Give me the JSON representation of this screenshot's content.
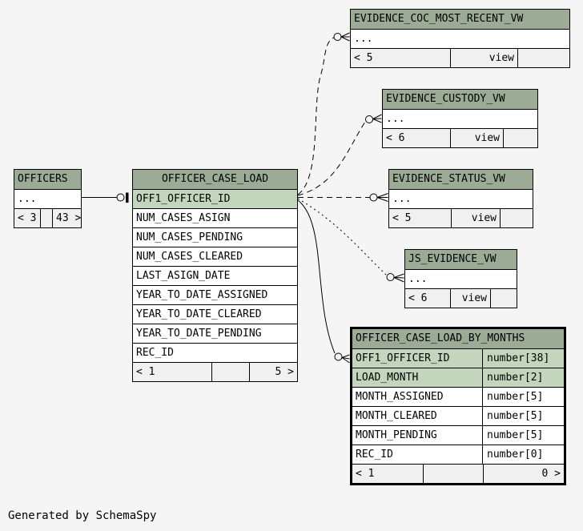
{
  "footer_note": "Generated by SchemaSpy",
  "diagram": {
    "tables": [
      {
        "id": "officers",
        "title": "OFFICERS",
        "rows": [
          {
            "name": "...",
            "type": "",
            "key": false
          }
        ],
        "footer": [
          "< 3",
          "",
          "43 >"
        ]
      },
      {
        "id": "officer_case_load",
        "title": "OFFICER_CASE_LOAD",
        "rows": [
          {
            "name": "OFF1_OFFICER_ID",
            "type": "",
            "key": true
          },
          {
            "name": "NUM_CASES_ASIGN",
            "type": "",
            "key": false
          },
          {
            "name": "NUM_CASES_PENDING",
            "type": "",
            "key": false
          },
          {
            "name": "NUM_CASES_CLEARED",
            "type": "",
            "key": false
          },
          {
            "name": "LAST_ASIGN_DATE",
            "type": "",
            "key": false
          },
          {
            "name": "YEAR_TO_DATE_ASSIGNED",
            "type": "",
            "key": false
          },
          {
            "name": "YEAR_TO_DATE_CLEARED",
            "type": "",
            "key": false
          },
          {
            "name": "YEAR_TO_DATE_PENDING",
            "type": "",
            "key": false
          },
          {
            "name": "REC_ID",
            "type": "",
            "key": false
          }
        ],
        "footer": [
          "< 1",
          "",
          "5 >"
        ]
      },
      {
        "id": "evidence_coc_most_recent_vw",
        "title": "EVIDENCE_COC_MOST_RECENT_VW",
        "rows": [
          {
            "name": "...",
            "type": "",
            "key": false
          }
        ],
        "footer": [
          "< 5",
          "view",
          ""
        ]
      },
      {
        "id": "evidence_custody_vw",
        "title": "EVIDENCE_CUSTODY_VW",
        "rows": [
          {
            "name": "...",
            "type": "",
            "key": false
          }
        ],
        "footer": [
          "< 6",
          "view",
          ""
        ]
      },
      {
        "id": "evidence_status_vw",
        "title": "EVIDENCE_STATUS_VW",
        "rows": [
          {
            "name": "...",
            "type": "",
            "key": false
          }
        ],
        "footer": [
          "< 5",
          "view",
          ""
        ]
      },
      {
        "id": "js_evidence_vw",
        "title": "JS_EVIDENCE_VW",
        "rows": [
          {
            "name": "...",
            "type": "",
            "key": false
          }
        ],
        "footer": [
          "< 6",
          "view",
          ""
        ]
      },
      {
        "id": "officer_case_load_by_months",
        "title": "OFFICER_CASE_LOAD_BY_MONTHS",
        "rows": [
          {
            "name": "OFF1_OFFICER_ID",
            "type": "number[38]",
            "key": true
          },
          {
            "name": "LOAD_MONTH",
            "type": "number[2]",
            "key": true
          },
          {
            "name": "MONTH_ASSIGNED",
            "type": "number[5]",
            "key": false
          },
          {
            "name": "MONTH_CLEARED",
            "type": "number[5]",
            "key": false
          },
          {
            "name": "MONTH_PENDING",
            "type": "number[5]",
            "key": false
          },
          {
            "name": "REC_ID",
            "type": "number[0]",
            "key": false
          }
        ],
        "footer": [
          "< 1",
          "",
          "0 >"
        ]
      }
    ],
    "relationships": [
      {
        "from": "OFFICERS",
        "to": "OFFICER_CASE_LOAD.OFF1_OFFICER_ID",
        "style": "solid"
      },
      {
        "from": "OFFICER_CASE_LOAD.OFF1_OFFICER_ID",
        "to": "EVIDENCE_COC_MOST_RECENT_VW",
        "style": "dashed"
      },
      {
        "from": "OFFICER_CASE_LOAD.OFF1_OFFICER_ID",
        "to": "EVIDENCE_CUSTODY_VW",
        "style": "dashed"
      },
      {
        "from": "OFFICER_CASE_LOAD.OFF1_OFFICER_ID",
        "to": "EVIDENCE_STATUS_VW",
        "style": "dashed"
      },
      {
        "from": "OFFICER_CASE_LOAD.OFF1_OFFICER_ID",
        "to": "JS_EVIDENCE_VW",
        "style": "dotted"
      },
      {
        "from": "OFFICER_CASE_LOAD.OFF1_OFFICER_ID",
        "to": "OFFICER_CASE_LOAD_BY_MONTHS.OFF1_OFFICER_ID",
        "style": "solid"
      }
    ],
    "colors": {
      "header_bg": "#9bab96",
      "key_row_bg": "#c3d5bc",
      "row_bg": "#ffffff",
      "footer_bg": "#f0f0f0",
      "border": "#000000",
      "canvas_bg": "#f5f5f5"
    }
  }
}
